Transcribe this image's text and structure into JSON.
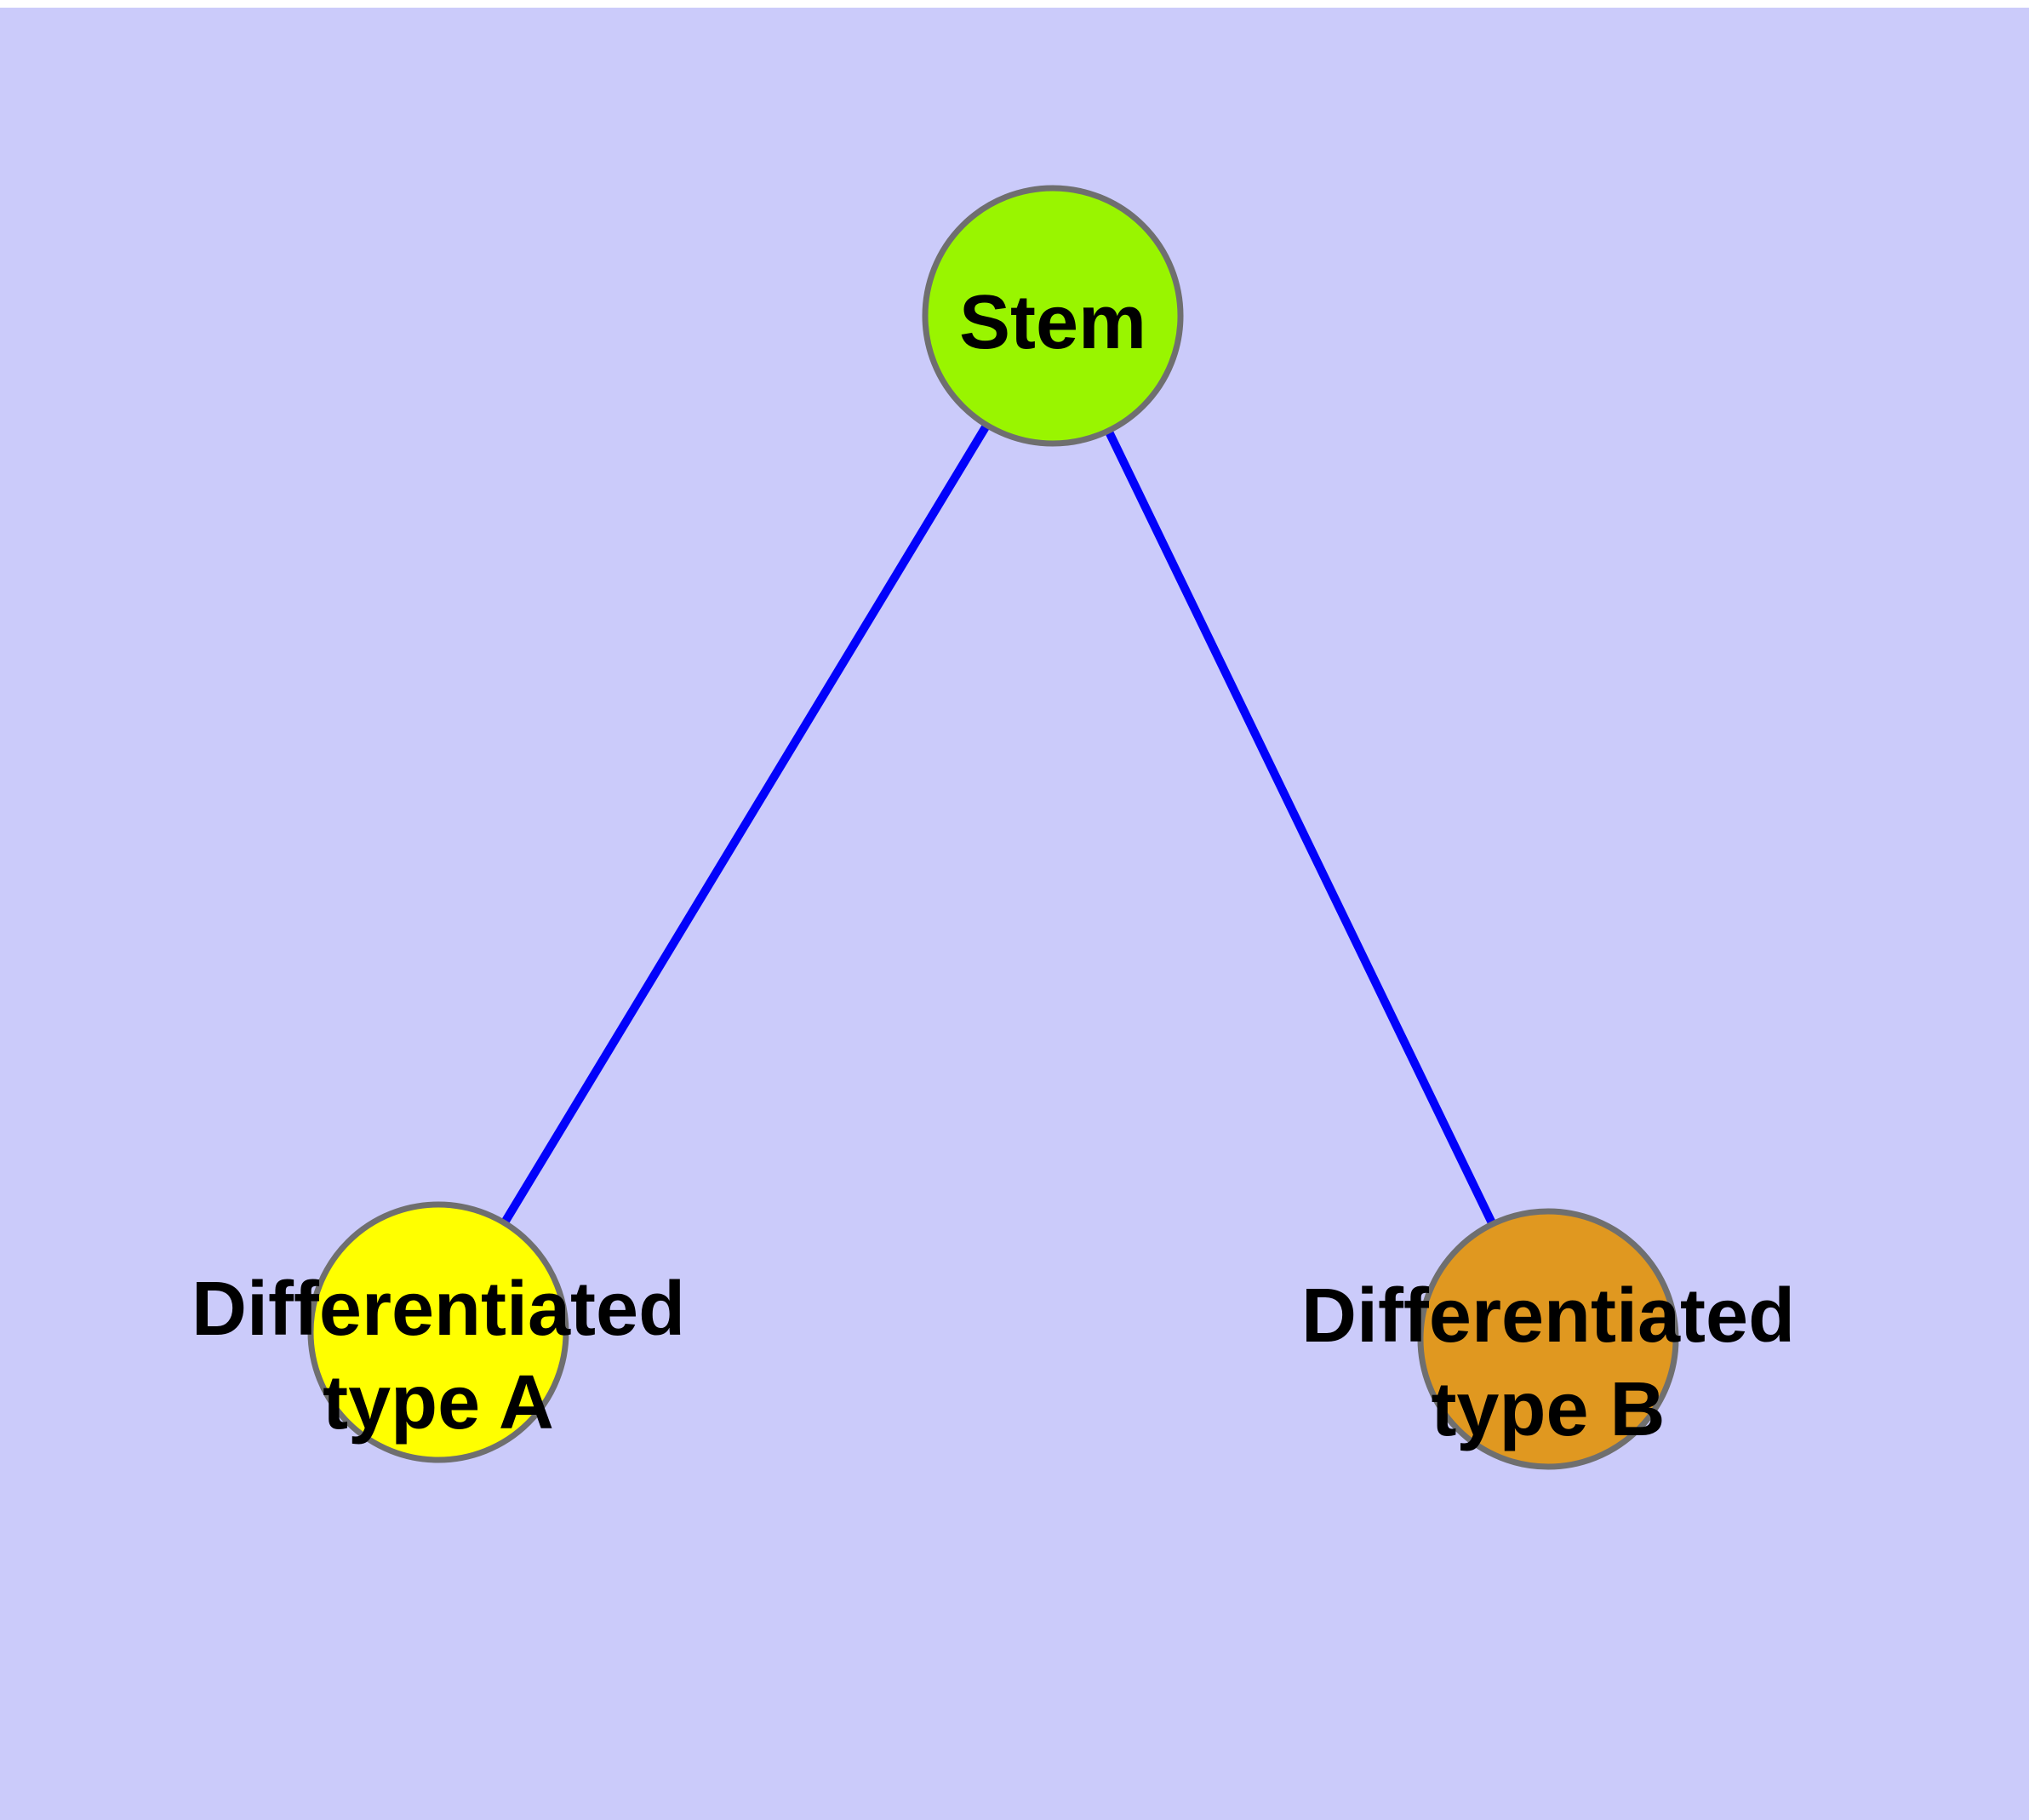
{
  "canvas": {
    "background_color": "#CBCBFA",
    "top_strip_color": "#FFFFFF"
  },
  "graph": {
    "edge_color": "#0202FA",
    "node_border_color": "#6F6F6F",
    "text_color": "#000000",
    "nodes": [
      {
        "line1": "Stem",
        "line2": "",
        "fill": "#99F500"
      },
      {
        "line1": "Differentiated",
        "line2": "type A",
        "fill": "#FFFF00"
      },
      {
        "line1": "Differentiated",
        "line2": "type B",
        "fill": "#E09820"
      }
    ]
  }
}
